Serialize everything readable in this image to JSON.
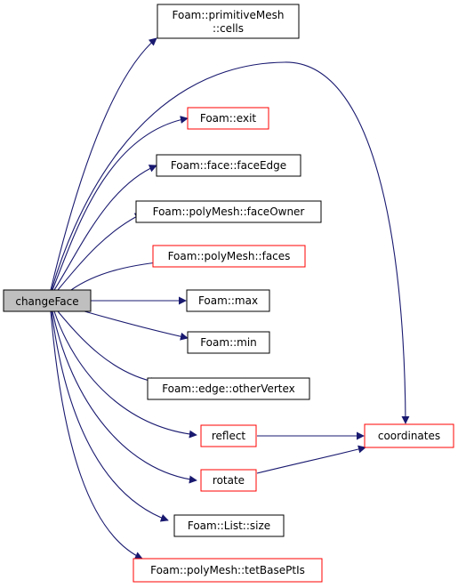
{
  "colors": {
    "edge": "#191970",
    "box_border_default": "#000000",
    "box_border_red": "#ff0000",
    "root_fill": "#bfbfbf",
    "box_fill": "#ffffff"
  },
  "nodes": {
    "changeFace": {
      "lines": [
        "changeFace"
      ],
      "style": "root"
    },
    "primitiveMeshCells": {
      "lines": [
        "Foam::primitiveMesh",
        "::cells"
      ],
      "style": "black"
    },
    "coordinates": {
      "lines": [
        "coordinates"
      ],
      "style": "red"
    },
    "exit": {
      "lines": [
        "Foam::exit"
      ],
      "style": "red"
    },
    "faceEdge": {
      "lines": [
        "Foam::face::faceEdge"
      ],
      "style": "black"
    },
    "faceOwner": {
      "lines": [
        "Foam::polyMesh::faceOwner"
      ],
      "style": "black"
    },
    "faces": {
      "lines": [
        "Foam::polyMesh::faces"
      ],
      "style": "red"
    },
    "max": {
      "lines": [
        "Foam::max"
      ],
      "style": "black"
    },
    "min": {
      "lines": [
        "Foam::min"
      ],
      "style": "black"
    },
    "otherVertex": {
      "lines": [
        "Foam::edge::otherVertex"
      ],
      "style": "black"
    },
    "reflect": {
      "lines": [
        "reflect"
      ],
      "style": "red"
    },
    "rotate": {
      "lines": [
        "rotate"
      ],
      "style": "red"
    },
    "size": {
      "lines": [
        "Foam::List::size"
      ],
      "style": "black"
    },
    "tetBasePtIs": {
      "lines": [
        "Foam::polyMesh::tetBasePtIs"
      ],
      "style": "red"
    }
  },
  "edges": [
    {
      "from": "changeFace",
      "to": "primitiveMeshCells"
    },
    {
      "from": "changeFace",
      "to": "coordinates"
    },
    {
      "from": "changeFace",
      "to": "exit"
    },
    {
      "from": "changeFace",
      "to": "faceEdge"
    },
    {
      "from": "changeFace",
      "to": "faceOwner"
    },
    {
      "from": "changeFace",
      "to": "faces"
    },
    {
      "from": "changeFace",
      "to": "max"
    },
    {
      "from": "changeFace",
      "to": "min"
    },
    {
      "from": "changeFace",
      "to": "otherVertex"
    },
    {
      "from": "changeFace",
      "to": "reflect"
    },
    {
      "from": "changeFace",
      "to": "rotate"
    },
    {
      "from": "changeFace",
      "to": "size"
    },
    {
      "from": "changeFace",
      "to": "tetBasePtIs"
    },
    {
      "from": "reflect",
      "to": "coordinates"
    },
    {
      "from": "rotate",
      "to": "coordinates"
    }
  ]
}
